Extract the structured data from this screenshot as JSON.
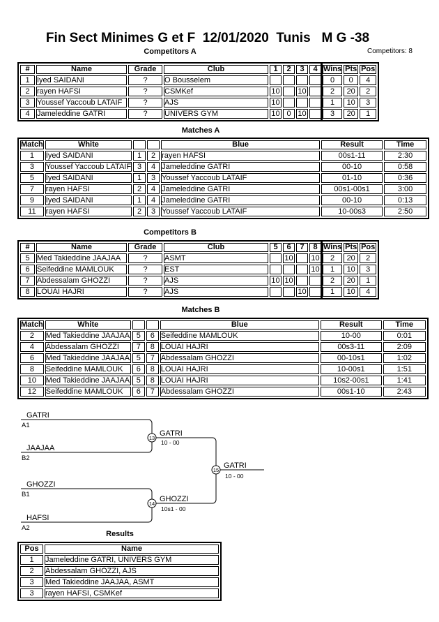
{
  "header": {
    "title": "Fin Sect Minimes G et F  12/01/2020  Tunis   M G -38",
    "competitors_count": "Competitors: 8"
  },
  "competitors_a": {
    "heading": "Competitors A",
    "columns": [
      "#",
      "Name",
      "Grade",
      "Club",
      "1",
      "2",
      "3",
      "4",
      "Wins",
      "Pts",
      "Pos"
    ],
    "rows": [
      {
        "num": "1",
        "name": "Iyed SAIDANI",
        "grade": "?",
        "club": "O Bousselem",
        "s1": "",
        "s2": "",
        "s3": "",
        "s4": "",
        "wins": "0",
        "pts": "0",
        "pos": "4"
      },
      {
        "num": "2",
        "name": "rayen HAFSI",
        "grade": "?",
        "club": "CSMKef",
        "s1": "10",
        "s2": "",
        "s3": "10",
        "s4": "",
        "wins": "2",
        "pts": "20",
        "pos": "2"
      },
      {
        "num": "3",
        "name": "Youssef Yaccoub LATAIF",
        "grade": "?",
        "club": "AJS",
        "s1": "10",
        "s2": "",
        "s3": "",
        "s4": "",
        "wins": "1",
        "pts": "10",
        "pos": "3"
      },
      {
        "num": "4",
        "name": "Jameleddine GATRI",
        "grade": "?",
        "club": "UNIVERS GYM",
        "s1": "10",
        "s2": "0",
        "s3": "10",
        "s4": "",
        "wins": "3",
        "pts": "20",
        "pos": "1"
      }
    ]
  },
  "matches_a": {
    "heading": "Matches A",
    "columns": [
      "Match",
      "White",
      "",
      "",
      "Blue",
      "Result",
      "Time"
    ],
    "rows": [
      {
        "m": "1",
        "white": "Iyed SAIDANI",
        "wn": "1",
        "bn": "2",
        "blue": "rayen HAFSI",
        "result": "00s1-11",
        "time": "2:30"
      },
      {
        "m": "3",
        "white": "Youssef Yaccoub LATAIF",
        "wn": "3",
        "bn": "4",
        "blue": "Jameleddine GATRI",
        "result": "00-10",
        "time": "0:58"
      },
      {
        "m": "5",
        "white": "Iyed SAIDANI",
        "wn": "1",
        "bn": "3",
        "blue": "Youssef Yaccoub LATAIF",
        "result": "01-10",
        "time": "0:36"
      },
      {
        "m": "7",
        "white": "rayen HAFSI",
        "wn": "2",
        "bn": "4",
        "blue": "Jameleddine GATRI",
        "result": "00s1-00s1",
        "time": "3:00"
      },
      {
        "m": "9",
        "white": "Iyed SAIDANI",
        "wn": "1",
        "bn": "4",
        "blue": "Jameleddine GATRI",
        "result": "00-10",
        "time": "0:13"
      },
      {
        "m": "11",
        "white": "rayen HAFSI",
        "wn": "2",
        "bn": "3",
        "blue": "Youssef Yaccoub LATAIF",
        "result": "10-00s3",
        "time": "2:50"
      }
    ]
  },
  "competitors_b": {
    "heading": "Competitors B",
    "columns": [
      "#",
      "Name",
      "Grade",
      "Club",
      "5",
      "6",
      "7",
      "8",
      "Wins",
      "Pts",
      "Pos"
    ],
    "rows": [
      {
        "num": "5",
        "name": "Med Takieddine JAAJAA",
        "grade": "?",
        "club": "ASMT",
        "s1": "",
        "s2": "10",
        "s3": "",
        "s4": "10",
        "wins": "2",
        "pts": "20",
        "pos": "2"
      },
      {
        "num": "6",
        "name": "Seifeddine MAMLOUK",
        "grade": "?",
        "club": "EST",
        "s1": "",
        "s2": "",
        "s3": "",
        "s4": "10",
        "wins": "1",
        "pts": "10",
        "pos": "3"
      },
      {
        "num": "7",
        "name": "Abdessalam GHOZZI",
        "grade": "?",
        "club": "AJS",
        "s1": "10",
        "s2": "10",
        "s3": "",
        "s4": "",
        "wins": "2",
        "pts": "20",
        "pos": "1"
      },
      {
        "num": "8",
        "name": "LOUAI HAJRI",
        "grade": "?",
        "club": "AJS",
        "s1": "",
        "s2": "",
        "s3": "10",
        "s4": "",
        "wins": "1",
        "pts": "10",
        "pos": "4"
      }
    ]
  },
  "matches_b": {
    "heading": "Matches B",
    "columns": [
      "Match",
      "White",
      "",
      "",
      "Blue",
      "Result",
      "Time"
    ],
    "rows": [
      {
        "m": "2",
        "white": "Med Takieddine JAAJAA",
        "wn": "5",
        "bn": "6",
        "blue": "Seifeddine MAMLOUK",
        "result": "10-00",
        "time": "0:01"
      },
      {
        "m": "4",
        "white": "Abdessalam GHOZZI",
        "wn": "7",
        "bn": "8",
        "blue": "LOUAI HAJRI",
        "result": "00s3-11",
        "time": "2:09"
      },
      {
        "m": "6",
        "white": "Med Takieddine JAAJAA",
        "wn": "5",
        "bn": "7",
        "blue": "Abdessalam GHOZZI",
        "result": "00-10s1",
        "time": "1:02"
      },
      {
        "m": "8",
        "white": "Seifeddine MAMLOUK",
        "wn": "6",
        "bn": "8",
        "blue": "LOUAI HAJRI",
        "result": "10-00s1",
        "time": "1:51"
      },
      {
        "m": "10",
        "white": "Med Takieddine JAAJAA",
        "wn": "5",
        "bn": "8",
        "blue": "LOUAI HAJRI",
        "result": "10s2-00s1",
        "time": "1:41"
      },
      {
        "m": "12",
        "white": "Seifeddine MAMLOUK",
        "wn": "6",
        "bn": "7",
        "blue": "Abdessalam GHOZZI",
        "result": "00s1-10",
        "time": "2:43"
      }
    ]
  },
  "bracket": {
    "sf1": {
      "top_name": "GATRI",
      "top_seed": "A1",
      "bottom_name": "JAAJAA",
      "bottom_seed": "B2",
      "match_no": "13",
      "winner": "GATRI",
      "score": "10 - 00"
    },
    "sf2": {
      "top_name": "GHOZZI",
      "top_seed": "B1",
      "bottom_name": "HAFSI",
      "bottom_seed": "A2",
      "match_no": "14",
      "winner": "GHOZZI",
      "score": "10s1 - 00"
    },
    "final": {
      "match_no": "15",
      "winner": "GATRI",
      "score": "10 - 00"
    }
  },
  "results": {
    "heading": "Results",
    "columns": [
      "Pos",
      "Name"
    ],
    "rows": [
      {
        "pos": "1",
        "name": "Jameleddine GATRI, UNIVERS GYM"
      },
      {
        "pos": "2",
        "name": "Abdessalam GHOZZI, AJS"
      },
      {
        "pos": "3",
        "name": "Med Takieddine JAAJAA, ASMT"
      },
      {
        "pos": "3",
        "name": "rayen HAFSI, CSMKef"
      }
    ]
  }
}
